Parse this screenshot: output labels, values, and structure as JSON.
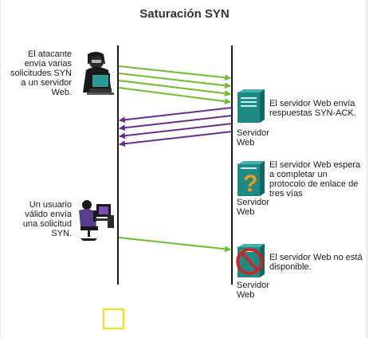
{
  "title": "Saturación SYN",
  "attacker": {
    "label_lines": [
      "El atacante",
      "envía varias",
      "solicitudes SYN",
      "a un servidor",
      "Web."
    ],
    "icon": "hooded-attacker-icon"
  },
  "user": {
    "label_lines": [
      "Un usuario",
      "válido envía",
      "una solicitud",
      "SYN."
    ],
    "icon": "user-at-computer-icon"
  },
  "servers": [
    {
      "name_lines": [
        "Servidor",
        "Web"
      ],
      "status_lines": [
        "El servidor Web envía",
        "respuestas SYN-ACK."
      ],
      "icon": "server-icon"
    },
    {
      "name_lines": [
        "Servidor",
        "Web"
      ],
      "status_lines": [
        "El servidor Web espera",
        "a completar un",
        "protocolo de enlace de",
        "tres vías"
      ],
      "icon": "server-question-icon"
    },
    {
      "name_lines": [
        "Servidor",
        "Web"
      ],
      "status_lines": [
        "El servidor Web no está",
        "disponible."
      ],
      "icon": "server-unavailable-icon"
    }
  ],
  "colors": {
    "syn_arrow": "#6cbf2a",
    "synack_arrow": "#6a2c8e",
    "server": "#1f8a83",
    "question": "#f29a1a",
    "forbidden": "#d42020",
    "highlight": "#f2e600"
  }
}
